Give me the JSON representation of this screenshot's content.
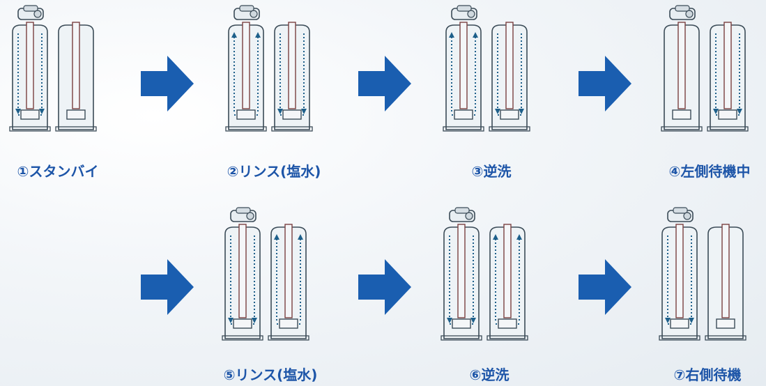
{
  "stages": [
    {
      "label": "①スタンバイ",
      "left_flow": "down",
      "right_flow": "none"
    },
    {
      "label": "②リンス(塩水)",
      "left_flow": "up",
      "right_flow": "down"
    },
    {
      "label": "③逆洗",
      "left_flow": "up",
      "right_flow": "down"
    },
    {
      "label": "④左側待機中",
      "left_flow": "none",
      "right_flow": "down"
    },
    {
      "label": "⑤リンス(塩水)",
      "left_flow": "down",
      "right_flow": "up"
    },
    {
      "label": "⑥逆洗",
      "left_flow": "down",
      "right_flow": "up"
    },
    {
      "label": "⑦右側待機",
      "left_flow": "down",
      "right_flow": "none"
    }
  ],
  "colors": {
    "accent": "#1d55a8",
    "arrow_fill": "#1a5eb0",
    "tank_outline": "#3b4b57",
    "flow_arrow": "#1d5f8a",
    "riser": "#7a4040"
  },
  "icons": {
    "stage_arrow": "right-arrow-icon",
    "tank": "water-softener-twin-tank-icon"
  }
}
